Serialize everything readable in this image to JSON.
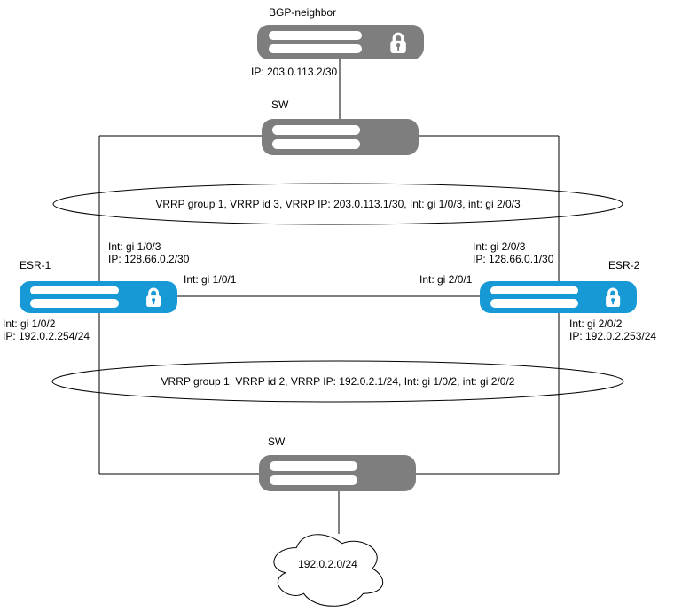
{
  "bgp_neighbor": {
    "label": "BGP-neighbor",
    "ip": "IP: 203.0.113.2/30"
  },
  "switch_top": {
    "label": "SW"
  },
  "vrrp_group_upper": {
    "label": "VRRP group 1, VRRP id 3, VRRP IP: 203.0.113.1/30, Int: gi 1/0/3, int: gi 2/0/3"
  },
  "esr1": {
    "label": "ESR-1",
    "uplink_interface": "Int: gi 1/0/3",
    "uplink_ip": "IP: 128.66.0.2/30",
    "peer_interface": "Int: gi 1/0/1",
    "lan_interface": "Int: gi 1/0/2",
    "lan_ip": "IP: 192.0.2.254/24"
  },
  "esr2": {
    "label": "ESR-2",
    "uplink_interface": "Int: gi 2/0/3",
    "uplink_ip": "IP: 128.66.0.1/30",
    "peer_interface": "Int: gi 2/0/1",
    "lan_interface": "Int: gi 2/0/2",
    "lan_ip": "IP: 192.0.2.253/24"
  },
  "vrrp_group_lower": {
    "label": "VRRP group 1, VRRP id 2, VRRP IP: 192.0.2.1/24, Int: gi 1/0/2, int: gi 2/0/2"
  },
  "switch_bottom": {
    "label": "SW"
  },
  "cloud": {
    "label": "192.0.2.0/24"
  },
  "colors": {
    "router_fill": "#1799d5",
    "neutral_fill": "#7e7e7e",
    "stroke": "#000000"
  }
}
